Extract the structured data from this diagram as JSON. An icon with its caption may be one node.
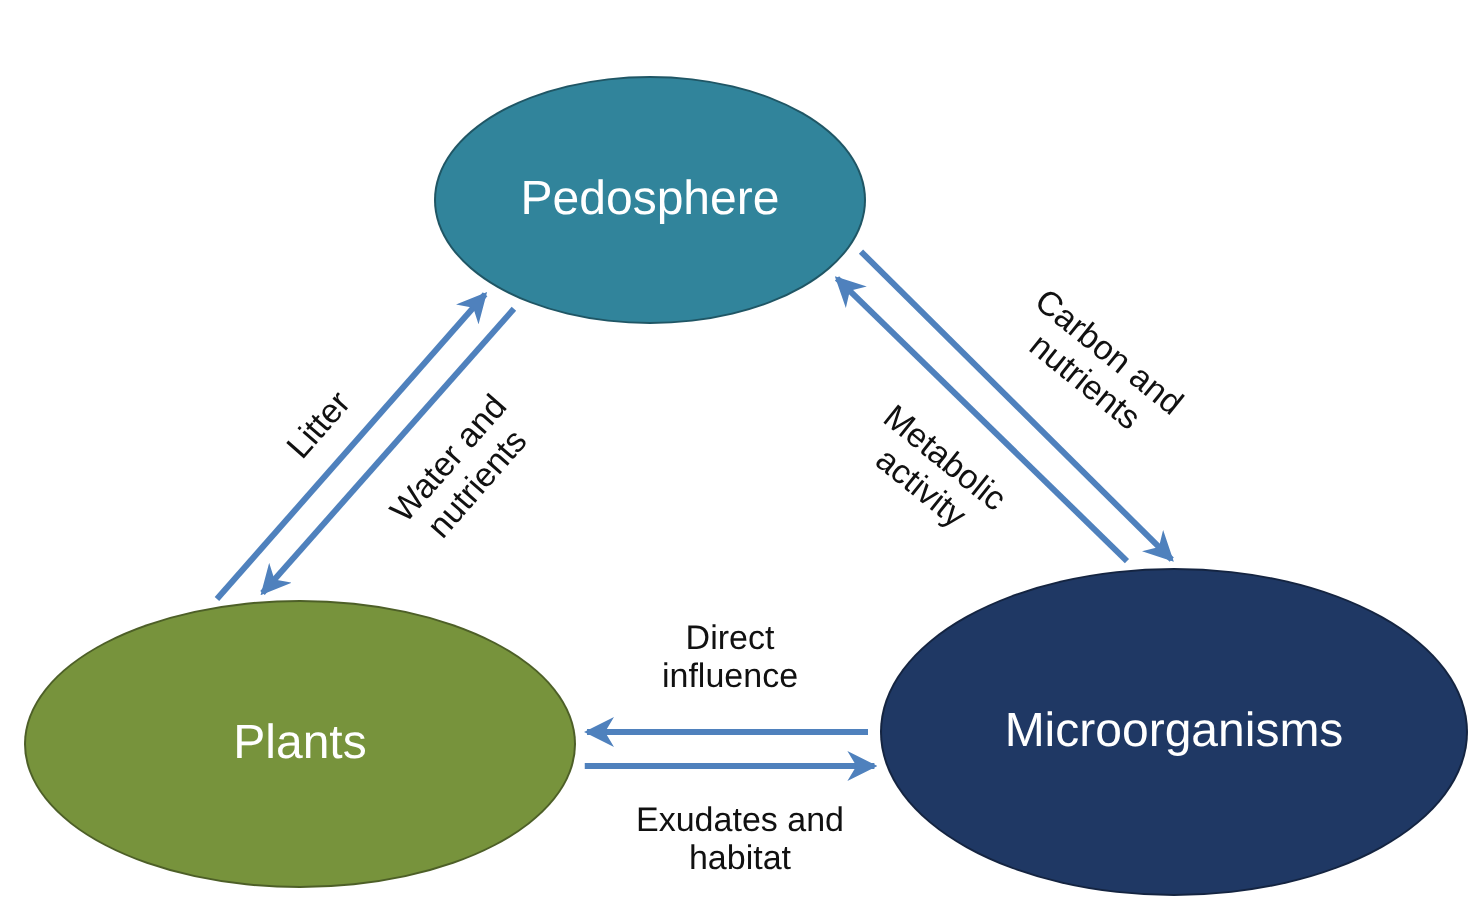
{
  "diagram": {
    "nodes": [
      {
        "text": [
          "Pedosphere"
        ]
      },
      {
        "text": [
          "Plants"
        ]
      },
      {
        "text": [
          "Microorganisms"
        ]
      }
    ],
    "edges": [
      {
        "from": 1,
        "to": 0,
        "arrow": "to",
        "label": "Litter"
      },
      {
        "from": 0,
        "to": 1,
        "arrow": "to",
        "label": "Water and nutrients"
      },
      {
        "from": 0,
        "to": 2,
        "arrow": "to",
        "label": "Carbon and nutrients"
      },
      {
        "from": 2,
        "to": 0,
        "arrow": "to",
        "label": "Metabolic activity"
      },
      {
        "from": 2,
        "to": 1,
        "arrow": "to",
        "label": "Direct influence"
      },
      {
        "from": 1,
        "to": 2,
        "arrow": "to",
        "label": "Exudates and habitat"
      }
    ]
  }
}
